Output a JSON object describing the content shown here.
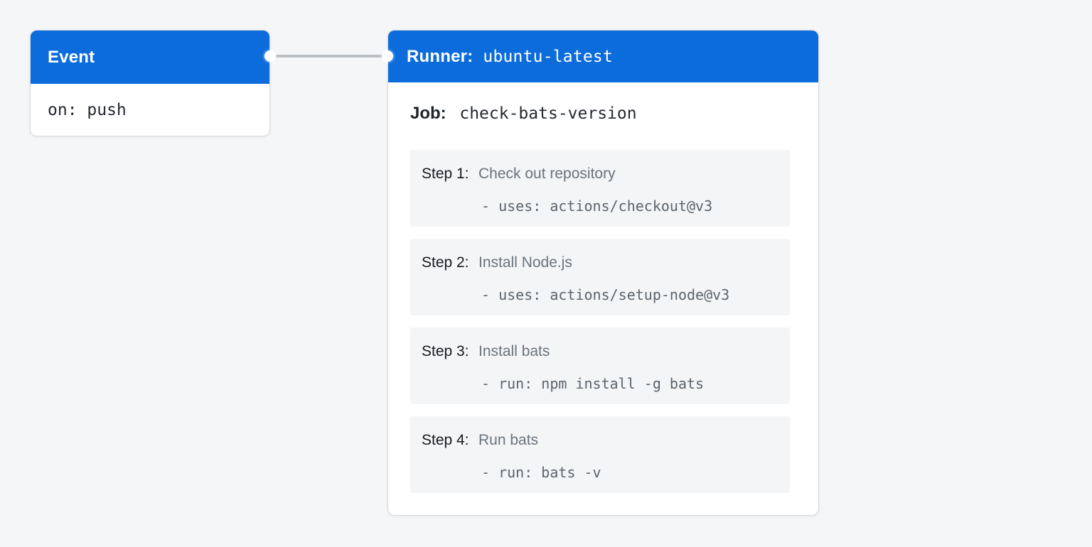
{
  "diagram": {
    "event_card": {
      "title": "Event",
      "code": "on: push"
    },
    "connector": {
      "style": "line-with-dot-endpoints",
      "color": "#b9bfc4"
    },
    "runner_card": {
      "title_label": "Runner:",
      "title_value": "ubuntu-latest",
      "job_label": "Job:",
      "job_value": "check-bats-version",
      "steps": [
        {
          "label": "Step 1:",
          "name": "Check out repository",
          "code": "- uses: actions/checkout@v3"
        },
        {
          "label": "Step 2:",
          "name": "Install Node.js",
          "code": "- uses: actions/setup-node@v3"
        },
        {
          "label": "Step 3:",
          "name": "Install bats",
          "code": "- run: npm install -g bats"
        },
        {
          "label": "Step 4:",
          "name": "Run bats",
          "code": "- run: bats -v"
        }
      ]
    },
    "colors": {
      "header_blue": "#0d6cdb",
      "page_background": "#f5f6f8",
      "card_background": "#ffffff",
      "step_background": "#f3f5f7",
      "connector_gray": "#b9bfc4",
      "dark_text": "#1f2328",
      "muted_text": "#6b737c",
      "code_text": "#5c646c"
    }
  }
}
